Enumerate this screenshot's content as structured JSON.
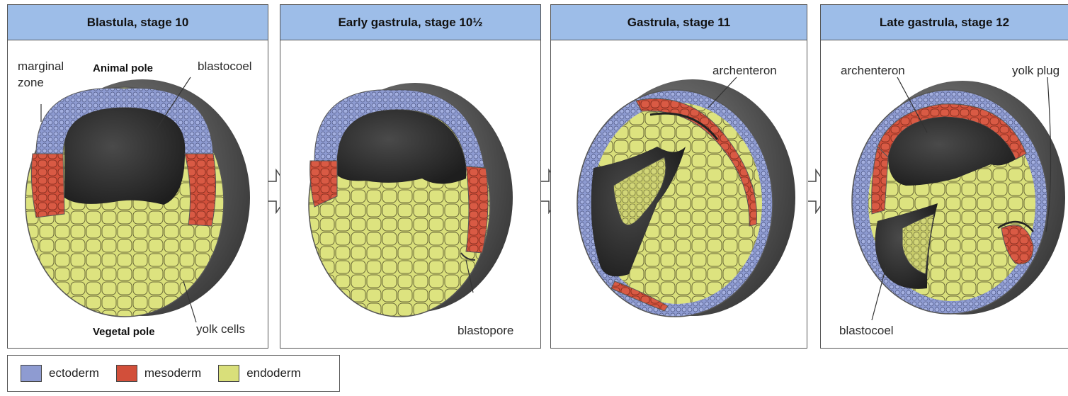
{
  "colors": {
    "header_bg": "#9dbde8",
    "ectoderm": "#8e9bd1",
    "mesoderm": "#d24f3a",
    "endoderm": "#d9df7a",
    "cavity": "#2b2b2b",
    "shell": "#5a5a5a"
  },
  "panels": [
    {
      "title": "Blastula, stage 10",
      "labels": {
        "marginal": "marginal",
        "zone": "zone",
        "animal_pole": "Animal pole",
        "blastocoel": "blastocoel",
        "vegetal_pole": "Vegetal pole",
        "yolk_cells": "yolk cells"
      }
    },
    {
      "title": "Early gastrula, stage 10½",
      "labels": {
        "blastopore": "blastopore"
      }
    },
    {
      "title": "Gastrula, stage 11",
      "labels": {
        "archenteron": "archenteron"
      }
    },
    {
      "title": "Late gastrula, stage 12",
      "labels": {
        "archenteron": "archenteron",
        "yolk_plug": "yolk plug",
        "blastocoel": "blastocoel"
      }
    }
  ],
  "legend": [
    {
      "label": "ectoderm",
      "color": "#8e9bd1"
    },
    {
      "label": "mesoderm",
      "color": "#d24f3a"
    },
    {
      "label": "endoderm",
      "color": "#d9df7a"
    }
  ]
}
